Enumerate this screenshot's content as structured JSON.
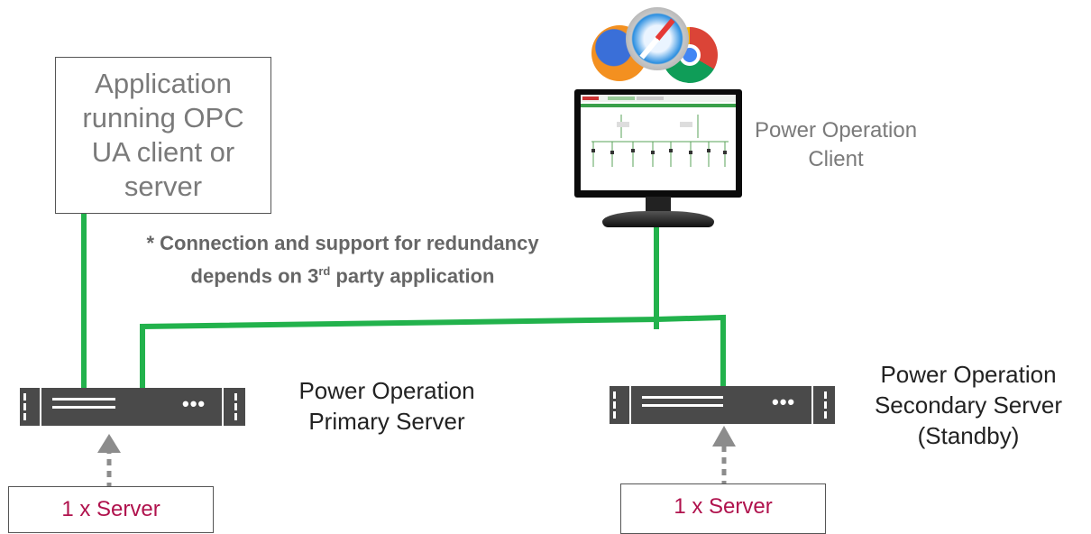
{
  "app_box": {
    "text": "Application\nrunning OPC\nUA client or\nserver"
  },
  "note": {
    "line1": "* Connection and support for redundancy",
    "line2_pre": "depends on 3",
    "line2_sup": "rd",
    "line2_post": " party application"
  },
  "client": {
    "label_line1": "Power Operation",
    "label_line2": "Client",
    "browsers": [
      "firefox-icon",
      "safari-icon",
      "chrome-icon"
    ]
  },
  "primary": {
    "label_line1": "Power Operation",
    "label_line2": "Primary Server",
    "box_label": "1 x Server"
  },
  "secondary": {
    "label_line1": "Power Operation",
    "label_line2": "Secondary Server",
    "label_line3": "(Standby)",
    "box_label": "1 x Server"
  },
  "colors": {
    "link": "#1db954",
    "server_label": "#b0124d",
    "gray_text": "#7a7a7a",
    "rack": "#4a4a4a"
  }
}
